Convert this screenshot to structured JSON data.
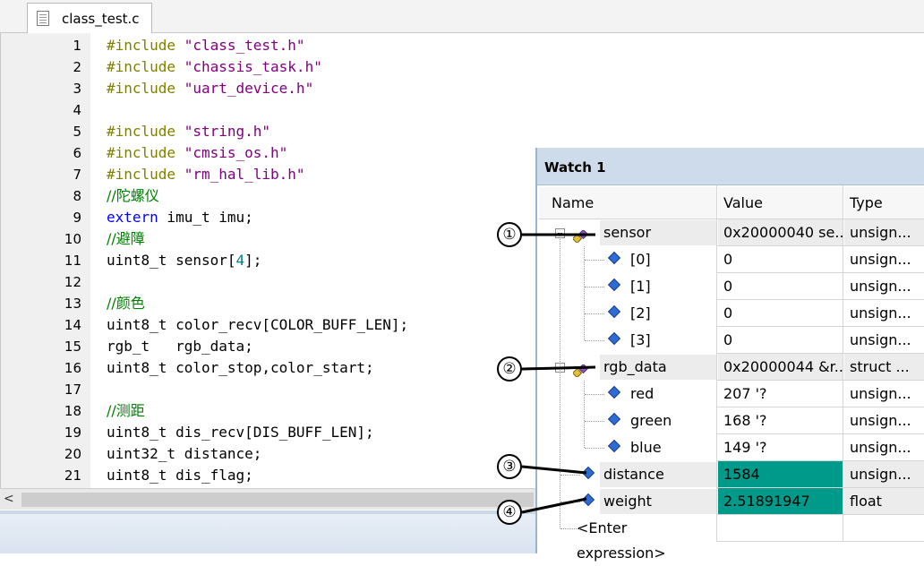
{
  "tab": {
    "filename": "class_test.c",
    "icon": "file-icon"
  },
  "editor": {
    "lines": [
      {
        "n": "1",
        "parts": [
          {
            "t": "#include ",
            "c": "pp"
          },
          {
            "t": "\"class_test.h\"",
            "c": "str"
          }
        ]
      },
      {
        "n": "2",
        "parts": [
          {
            "t": "#include ",
            "c": "pp"
          },
          {
            "t": "\"chassis_task.h\"",
            "c": "str"
          }
        ]
      },
      {
        "n": "3",
        "parts": [
          {
            "t": "#include ",
            "c": "pp"
          },
          {
            "t": "\"uart_device.h\"",
            "c": "str"
          }
        ]
      },
      {
        "n": "4",
        "parts": []
      },
      {
        "n": "5",
        "parts": [
          {
            "t": "#include ",
            "c": "pp"
          },
          {
            "t": "\"string.h\"",
            "c": "str"
          }
        ]
      },
      {
        "n": "6",
        "parts": [
          {
            "t": "#include ",
            "c": "pp"
          },
          {
            "t": "\"cmsis_os.h\"",
            "c": "str"
          }
        ]
      },
      {
        "n": "7",
        "parts": [
          {
            "t": "#include ",
            "c": "pp"
          },
          {
            "t": "\"rm_hal_lib.h\"",
            "c": "str"
          }
        ]
      },
      {
        "n": "8",
        "parts": [
          {
            "t": "//陀螺仪",
            "c": "cm"
          }
        ]
      },
      {
        "n": "9",
        "parts": [
          {
            "t": "extern",
            "c": "kw"
          },
          {
            "t": " imu_t imu;",
            "c": "plain"
          }
        ]
      },
      {
        "n": "10",
        "parts": [
          {
            "t": "//避障",
            "c": "cm"
          }
        ]
      },
      {
        "n": "11",
        "parts": [
          {
            "t": "uint8_t sensor[",
            "c": "plain"
          },
          {
            "t": "4",
            "c": "num"
          },
          {
            "t": "];",
            "c": "plain"
          }
        ]
      },
      {
        "n": "12",
        "parts": []
      },
      {
        "n": "13",
        "parts": [
          {
            "t": "//颜色",
            "c": "cm"
          }
        ]
      },
      {
        "n": "14",
        "parts": [
          {
            "t": "uint8_t color_recv[COLOR_BUFF_LEN];",
            "c": "plain"
          }
        ]
      },
      {
        "n": "15",
        "parts": [
          {
            "t": "rgb_t   rgb_data;",
            "c": "plain"
          }
        ]
      },
      {
        "n": "16",
        "parts": [
          {
            "t": "uint8_t color_stop,color_start;",
            "c": "plain"
          }
        ]
      },
      {
        "n": "17",
        "parts": []
      },
      {
        "n": "18",
        "parts": [
          {
            "t": "//测距",
            "c": "cm"
          }
        ]
      },
      {
        "n": "19",
        "parts": [
          {
            "t": "uint8_t dis_recv[DIS_BUFF_LEN];",
            "c": "plain"
          }
        ]
      },
      {
        "n": "20",
        "parts": [
          {
            "t": "uint32_t distance;",
            "c": "plain"
          }
        ]
      },
      {
        "n": "21",
        "parts": [
          {
            "t": "uint8_t dis_flag;",
            "c": "plain"
          }
        ]
      }
    ]
  },
  "scrollbar": {
    "left_arrow": "<"
  },
  "watch": {
    "title": "Watch 1",
    "headers": {
      "name": "Name",
      "value": "Value",
      "type": "Type"
    },
    "rows": [
      {
        "name": "sensor",
        "value": "0x20000040 se...",
        "type": "unsign...",
        "icon": "struct-icon",
        "level": 0,
        "expand": true,
        "highlight": true
      },
      {
        "name": "[0]",
        "value": "0",
        "type": "unsign...",
        "icon": "variable-icon",
        "level": 1
      },
      {
        "name": "[1]",
        "value": "0",
        "type": "unsign...",
        "icon": "variable-icon",
        "level": 1
      },
      {
        "name": "[2]",
        "value": "0",
        "type": "unsign...",
        "icon": "variable-icon",
        "level": 1
      },
      {
        "name": "[3]",
        "value": "0",
        "type": "unsign...",
        "icon": "variable-icon",
        "level": 1
      },
      {
        "name": "rgb_data",
        "value": "0x20000044 &r...",
        "type": "struct ...",
        "icon": "struct-icon",
        "level": 0,
        "expand": true,
        "highlight": true
      },
      {
        "name": "red",
        "value": "207 '?",
        "type": "unsign...",
        "icon": "variable-icon",
        "level": 1
      },
      {
        "name": "green",
        "value": "168 '?",
        "type": "unsign...",
        "icon": "variable-icon",
        "level": 1
      },
      {
        "name": "blue",
        "value": "149 '?",
        "type": "unsign...",
        "icon": "variable-icon",
        "level": 1
      },
      {
        "name": "distance",
        "value": "1584",
        "type": "unsign...",
        "icon": "variable-icon",
        "level": 0,
        "changed": true,
        "highlight": true
      },
      {
        "name": "weight",
        "value": "2.51891947",
        "type": "float",
        "icon": "variable-icon",
        "level": 0,
        "changed": true,
        "highlight": true
      },
      {
        "name": "<Enter expression>",
        "value": "",
        "type": "",
        "icon": "",
        "level": 0
      }
    ],
    "colors": {
      "changed": "#009a8a",
      "title_bg": "#cddbeb"
    }
  },
  "callouts": [
    "①",
    "②",
    "③",
    "④"
  ]
}
